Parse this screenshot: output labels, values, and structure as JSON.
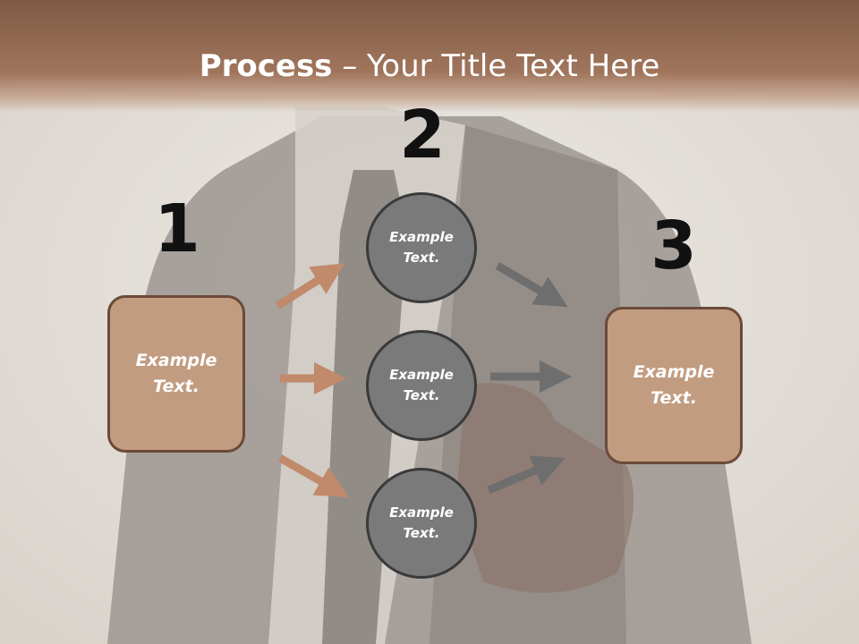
{
  "title": {
    "bold": "Process",
    "rest": " – Your Title Text Here"
  },
  "steps": [
    {
      "number": "1",
      "label": "Example Text."
    },
    {
      "number": "2"
    },
    {
      "number": "3",
      "label": "Example Text."
    }
  ],
  "circles": [
    {
      "label": "Example Text."
    },
    {
      "label": "Example Text."
    },
    {
      "label": "Example Text."
    }
  ],
  "colors": {
    "title_bar": "#7e5a45",
    "box_fill": "#c29c80",
    "box_border": "#6b4a3a",
    "circle_fill": "#7a7a7a",
    "circle_border": "#3a3a3a",
    "arrow_in": "#c08a6b",
    "arrow_out": "#6e6e6e"
  }
}
